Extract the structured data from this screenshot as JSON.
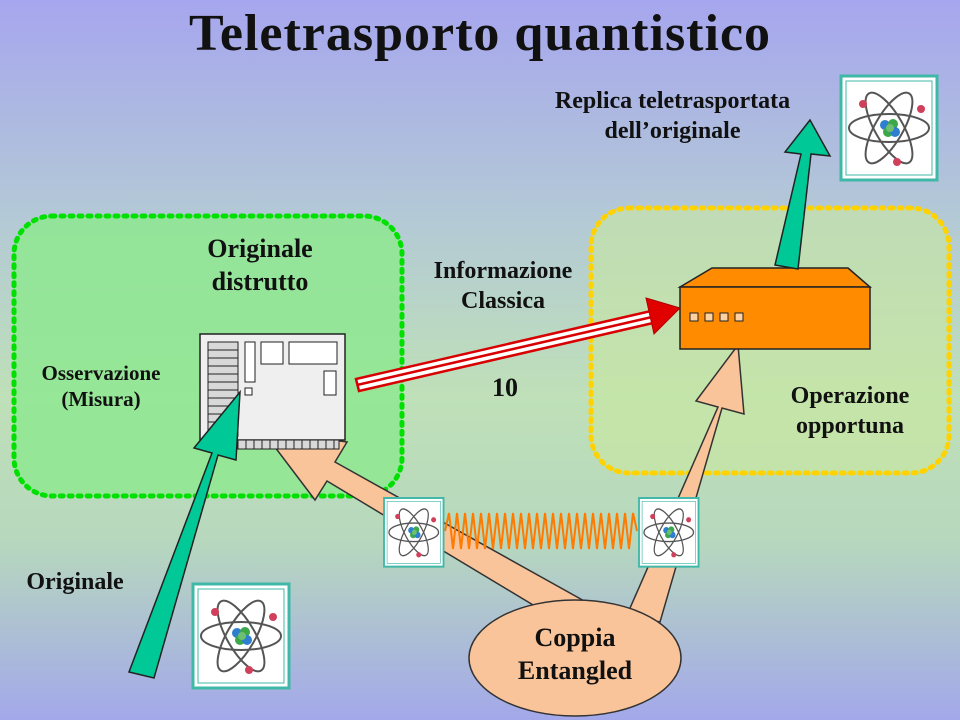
{
  "title": "Teletrasporto quantistico",
  "labels": {
    "replica_line1": "Replica teletrasportata",
    "replica_line2": "dell’originale",
    "original_destroyed_line1": "Originale",
    "original_destroyed_line2": "distrutto",
    "classical_info_line1": "Informazione",
    "classical_info_line2": "Classica",
    "bits": "10",
    "observation_line1": "Osservazione",
    "observation_line2": "(Misura)",
    "operation_line1": "Operazione",
    "operation_line2": "opportuna",
    "original": "Originale",
    "pair_line1": "Coppia",
    "pair_line2": "Entangled"
  },
  "colors": {
    "left_zone": "#00e000",
    "right_zone": "#ffd200",
    "up_arrow": "#00c896",
    "entangled_arrow": "#f9c49a",
    "classical_arrow": "#e00000",
    "device": "#ff8c00"
  },
  "icons": [
    "atom-icon",
    "computer-icon",
    "processing-device-icon"
  ]
}
